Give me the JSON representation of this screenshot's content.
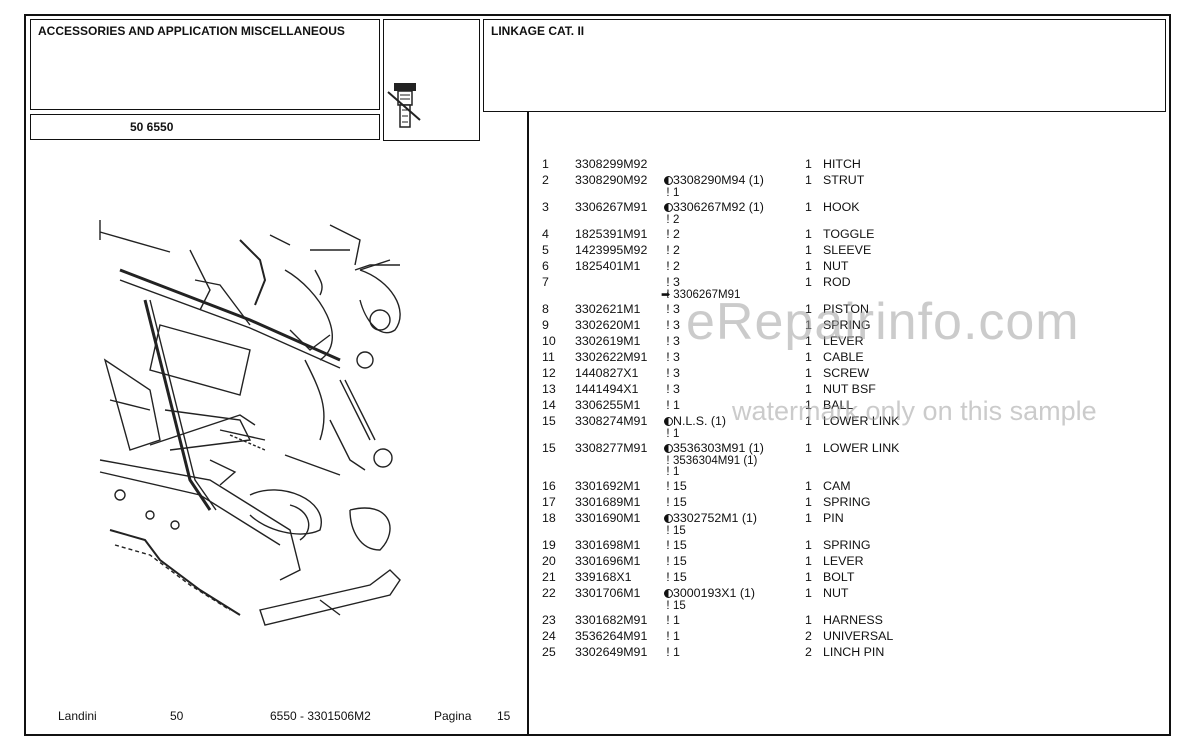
{
  "header": {
    "section_title": "ACCESSORIES AND APPLICATION MISCELLANEOUS",
    "model": "50 6550",
    "group_title": "LINKAGE CAT. II"
  },
  "watermark": {
    "line1": "eRepairinfo.com",
    "line2": "watermark only on this sample"
  },
  "parts": [
    {
      "num": "1",
      "pn": "3308299M92",
      "mark": "",
      "ref": "",
      "sub": "",
      "qty": "1",
      "desc": "HITCH"
    },
    {
      "num": "2",
      "pn": "3308290M92",
      "mark": "dot",
      "ref": "3308290M94  (1)",
      "sub": "1",
      "qty": "1",
      "desc": "STRUT"
    },
    {
      "num": "3",
      "pn": "3306267M91",
      "mark": "dot",
      "ref": "3306267M92  (1)",
      "sub": "2",
      "qty": "1",
      "desc": "HOOK"
    },
    {
      "num": "4",
      "pn": "1825391M91",
      "mark": "!",
      "ref": "2",
      "sub": "",
      "qty": "1",
      "desc": "TOGGLE"
    },
    {
      "num": "5",
      "pn": "1423995M92",
      "mark": "!",
      "ref": "2",
      "sub": "",
      "qty": "1",
      "desc": "SLEEVE"
    },
    {
      "num": "6",
      "pn": "1825401M1",
      "mark": "!",
      "ref": "2",
      "sub": "",
      "qty": "1",
      "desc": "NUT"
    },
    {
      "num": "7",
      "pn": "",
      "mark": "!",
      "ref": "3",
      "sub": "3306267M91",
      "qty": "1",
      "desc": "ROD"
    },
    {
      "num": "8",
      "pn": "3302621M1",
      "mark": "!",
      "ref": "3",
      "sub": "",
      "qty": "1",
      "desc": "PISTON"
    },
    {
      "num": "9",
      "pn": "3302620M1",
      "mark": "!",
      "ref": "3",
      "sub": "",
      "qty": "1",
      "desc": "SPRING"
    },
    {
      "num": "10",
      "pn": "3302619M1",
      "mark": "!",
      "ref": "3",
      "sub": "",
      "qty": "1",
      "desc": "LEVER"
    },
    {
      "num": "11",
      "pn": "3302622M91",
      "mark": "!",
      "ref": "3",
      "sub": "",
      "qty": "1",
      "desc": "CABLE"
    },
    {
      "num": "12",
      "pn": "1440827X1",
      "mark": "!",
      "ref": "3",
      "sub": "",
      "qty": "1",
      "desc": "SCREW"
    },
    {
      "num": "13",
      "pn": "1441494X1",
      "mark": "!",
      "ref": "3",
      "sub": "",
      "qty": "1",
      "desc": "NUT BSF"
    },
    {
      "num": "14",
      "pn": "3306255M1",
      "mark": "!",
      "ref": "1",
      "sub": "",
      "qty": "1",
      "desc": "BALL"
    },
    {
      "num": "15",
      "pn": "3308274M91",
      "mark": "dot",
      "ref": "N.L.S.  (1)",
      "sub": "1",
      "qty": "1",
      "desc": "LOWER LINK"
    },
    {
      "num": "15",
      "pn": "3308277M91",
      "mark": "dot",
      "ref": "3536303M91  (1)",
      "sub": "3536304M91  (1)",
      "sub2": "1",
      "qty": "1",
      "desc": "LOWER LINK"
    },
    {
      "num": "16",
      "pn": "3301692M1",
      "mark": "!",
      "ref": "15",
      "sub": "",
      "qty": "1",
      "desc": "CAM"
    },
    {
      "num": "17",
      "pn": "3301689M1",
      "mark": "!",
      "ref": "15",
      "sub": "",
      "qty": "1",
      "desc": "SPRING"
    },
    {
      "num": "18",
      "pn": "3301690M1",
      "mark": "dot",
      "ref": "3302752M1  (1)",
      "sub": "15",
      "qty": "1",
      "desc": "PIN"
    },
    {
      "num": "19",
      "pn": "3301698M1",
      "mark": "!",
      "ref": "15",
      "sub": "",
      "qty": "1",
      "desc": "SPRING"
    },
    {
      "num": "20",
      "pn": "3301696M1",
      "mark": "!",
      "ref": "15",
      "sub": "",
      "qty": "1",
      "desc": "LEVER"
    },
    {
      "num": "21",
      "pn": "339168X1",
      "mark": "!",
      "ref": "15",
      "sub": "",
      "qty": "1",
      "desc": "BOLT"
    },
    {
      "num": "22",
      "pn": "3301706M1",
      "mark": "dot",
      "ref": "3000193X1  (1)",
      "sub": "15",
      "qty": "1",
      "desc": "NUT"
    },
    {
      "num": "23",
      "pn": "3301682M91",
      "mark": "!",
      "ref": "1",
      "sub": "",
      "qty": "1",
      "desc": "HARNESS"
    },
    {
      "num": "24",
      "pn": "3536264M91",
      "mark": "!",
      "ref": "1",
      "sub": "",
      "qty": "2",
      "desc": "UNIVERSAL"
    },
    {
      "num": "25",
      "pn": "3302649M91",
      "mark": "!",
      "ref": "1",
      "sub": "",
      "qty": "2",
      "desc": "LINCH PIN"
    }
  ],
  "footer": {
    "brand": "Landini",
    "series": "50",
    "doc": "6550 - 3301506M2",
    "page_label": "Pagina",
    "page_number": "15"
  }
}
